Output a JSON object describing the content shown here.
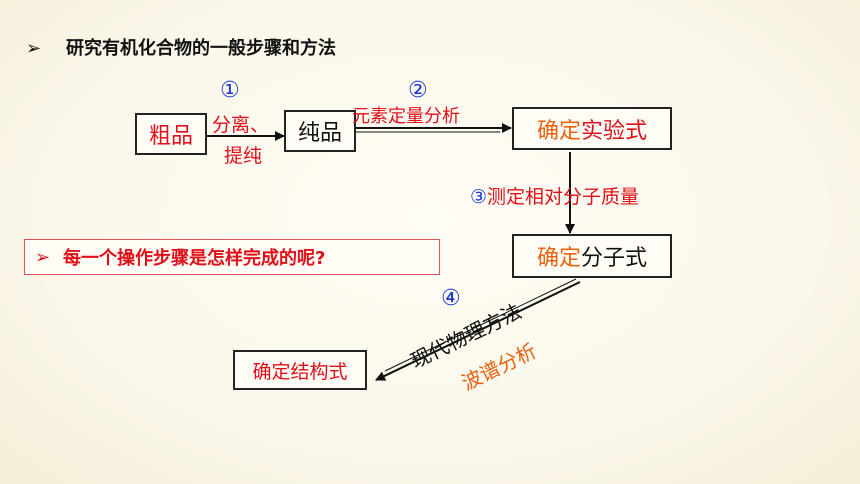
{
  "heading": {
    "bullet": "➢",
    "text": "研究有机化合物的一般步骤和方法"
  },
  "boxes": {
    "crude": "粗品",
    "pure": "纯品",
    "empirical": {
      "prefix": "确定",
      "main": "实验式"
    },
    "molecular": {
      "prefix": "确定",
      "main": "分子式"
    },
    "structural": "确定结构式"
  },
  "steps": {
    "s1": {
      "num": "①",
      "label_line1": "分离、",
      "label_line2": "提纯"
    },
    "s2": {
      "num": "②",
      "label": "元素定量分析"
    },
    "s3": {
      "num": "③",
      "label": "测定相对分子质量"
    },
    "s4": {
      "num": "④",
      "label_line1": "现代物理方法",
      "label_line2": "波谱分析"
    }
  },
  "question": {
    "bullet": "➢",
    "text": "每一个操作步骤是怎样完成的呢?"
  }
}
